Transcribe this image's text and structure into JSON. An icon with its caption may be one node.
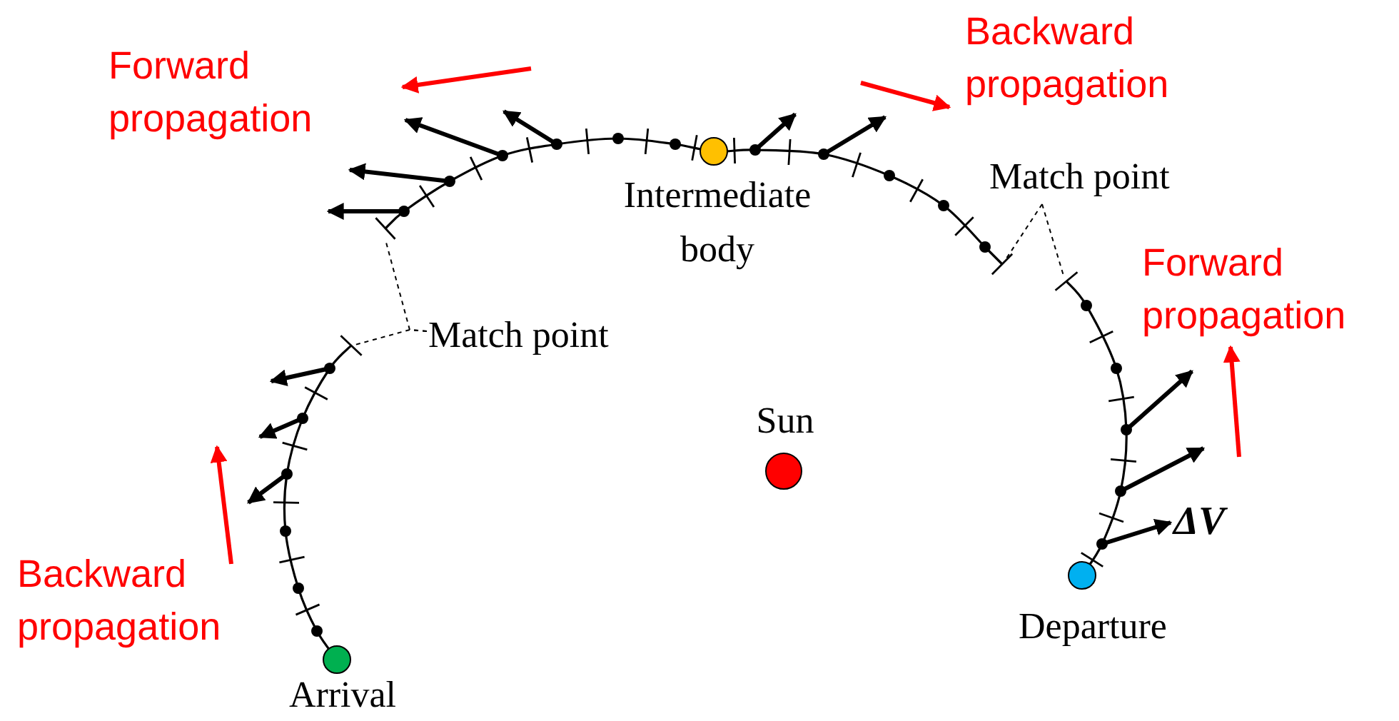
{
  "diagram": {
    "nodes": [
      {
        "text": [],
        "shape": "circle",
        "beside": [
          "Intermediate body"
        ]
      },
      {
        "text": [
          "Match point"
        ]
      },
      {
        "text": [
          "Match point"
        ]
      },
      {
        "text": [],
        "shape": "circle",
        "beside": [
          "Sun"
        ]
      },
      {
        "text": [],
        "shape": "circle",
        "beside": [
          "Departure"
        ]
      },
      {
        "text": [],
        "shape": "circle",
        "beside": [
          "Arrival"
        ]
      }
    ],
    "edges": [
      {
        "from": 1,
        "to": null,
        "arrow": "none",
        "style": "dashed"
      },
      {
        "from": 1,
        "to": null,
        "arrow": "none",
        "style": "dashed"
      },
      {
        "from": 2,
        "to": null,
        "arrow": "none",
        "style": "dashed"
      },
      {
        "from": 2,
        "to": null,
        "arrow": "none",
        "style": "dashed"
      }
    ],
    "labels": [
      "Forward propagation",
      "Backward propagation",
      "Forward propagation",
      "ΔV",
      "Backward propagation"
    ]
  }
}
